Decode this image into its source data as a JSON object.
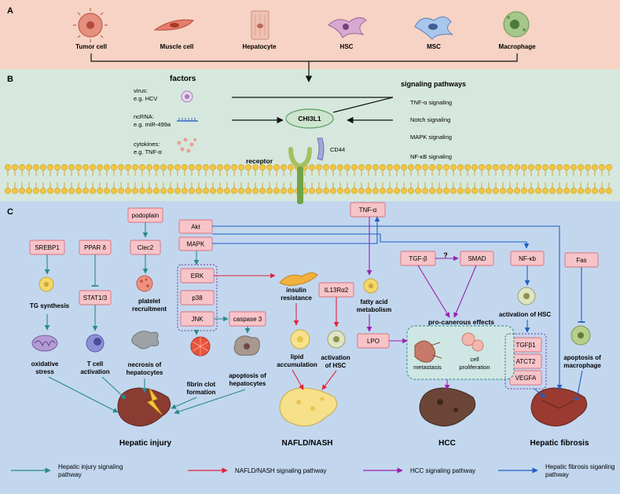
{
  "panels": {
    "a": "A",
    "b": "B",
    "c": "C"
  },
  "cells": [
    "Tumor cell",
    "Muscle cell",
    "Hepatocyte",
    "HSC",
    "MSC",
    "Macrophage"
  ],
  "factors": {
    "title": "factors",
    "virus": [
      "virus:",
      "e.g. HCV"
    ],
    "ncrna": [
      "ncRNA:",
      "e.g. miR-499a"
    ],
    "cytokines": [
      "cytokines:",
      "e.g. TNF-α"
    ]
  },
  "center": "CHI3L1",
  "cd44": "CD44",
  "receptor": "receptor",
  "signaling": {
    "title": "signaling pathways",
    "items": [
      "TNF-α signaling",
      "Notch signaling",
      "MAPK signaling",
      "NF-κB signaling"
    ]
  },
  "boxes": {
    "srebp1": "SREBP1",
    "ppard": "PPAR δ",
    "stat": "STAT1/3",
    "podoplain": "podoplain",
    "clec2": "Clec2",
    "akt": "Akt",
    "mapk": "MAPK",
    "erk": "ERK",
    "p38": "p38",
    "jnk": "JNK",
    "caspase": "caspase 3",
    "tnfa": "TNF-α",
    "il13": "IL13Rα2",
    "lpo": "LPO",
    "tgfb": "TGF-β",
    "smad": "SMAD",
    "nfkb": "NF-κb",
    "fas": "Fas",
    "tgfb1": "TGFβ1",
    "atct2": "ATCT2",
    "vegfa": "VEGFA"
  },
  "question": "?",
  "labels": {
    "tg": "TG synthesis",
    "oxid": [
      "oxidative",
      "stress"
    ],
    "tcell": [
      "T cell",
      "activation"
    ],
    "platelet": [
      "platelet",
      "recruitment"
    ],
    "necrosis": [
      "necrosis of",
      "hepatocytes"
    ],
    "fibrin": [
      "fibrin clot",
      "formation"
    ],
    "apopt_hep": [
      "apoptosis of",
      "hepatocytes"
    ],
    "insulin": [
      "insulin",
      "resistance"
    ],
    "lipid": [
      "lipid",
      "accumulation"
    ],
    "act_hsc1": [
      "activation",
      "of HSC"
    ],
    "fatty": [
      "fatty acid",
      "metabolism"
    ],
    "procancer": "pro-canerous effects",
    "metastasis": "metastasis",
    "prolif": [
      "cell",
      "proliferation"
    ],
    "act_hsc2": "activation of HSC",
    "apopt_mac": [
      "apoptosis of",
      "macrophage"
    ]
  },
  "outcomes": {
    "injury": "Hepatic injury",
    "nafld": "NAFLD/NASH",
    "hcc": "HCC",
    "fibrosis": "Hepatic fibrosis"
  },
  "legend": [
    {
      "label": [
        "Hepatic injury signaling",
        "pathway"
      ],
      "color": "#2a8a86"
    },
    {
      "label": [
        "NAFLD/NASH signaling pathway"
      ],
      "color": "#e0243c"
    },
    {
      "label": [
        "HCC signaling pathway"
      ],
      "color": "#9c1fb0"
    },
    {
      "label": [
        "Hepatic fibrosis siganling",
        "pathway"
      ],
      "color": "#1f5fc4"
    }
  ],
  "colors": {
    "panel_a": "#f6d3c4",
    "panel_b": "#d6e8dd",
    "panel_c": "#c2d7ee",
    "box_fill": "#f7c4c9",
    "box_stroke": "#d9707c",
    "teal": "#2a8a86",
    "red": "#e0243c",
    "purple": "#9c1fb0",
    "blue": "#1f5fc4"
  }
}
